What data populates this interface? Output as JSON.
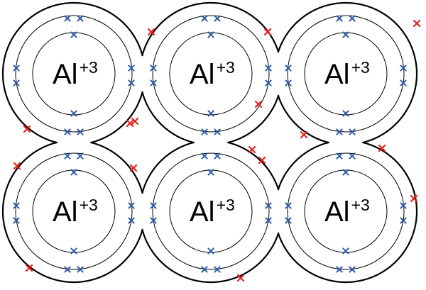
{
  "diagram": {
    "ions": [
      {
        "element": "Al",
        "charge": "+3"
      },
      {
        "element": "Al",
        "charge": "+3"
      },
      {
        "element": "Al",
        "charge": "+3"
      },
      {
        "element": "Al",
        "charge": "+3"
      },
      {
        "element": "Al",
        "charge": "+3"
      },
      {
        "element": "Al",
        "charge": "+3"
      }
    ],
    "colors": {
      "outline": "#000000",
      "shell": "#000000",
      "bound_electron": "#2E5AA8",
      "delocalized_electron": "#E8201C"
    },
    "icons": {
      "bound_electron": "cross-icon",
      "delocalized_electron": "cross-icon"
    }
  }
}
